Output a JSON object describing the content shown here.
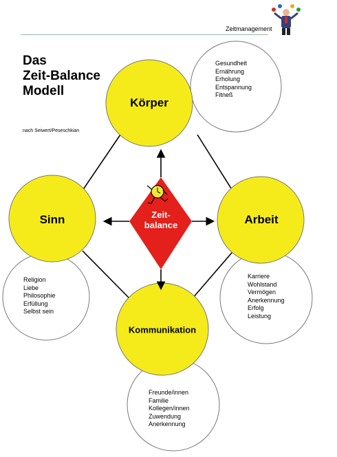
{
  "header": {
    "label": "Zeitmanagement",
    "logo_icon": "juggler-icon"
  },
  "title": {
    "line1": "Das",
    "line2": "Zeit-Balance",
    "line3": "Modell"
  },
  "source_note": "nach Seiwert/Peseschkian",
  "center": {
    "line1": "Zeit-",
    "line2": "balance",
    "icon": "running-clock-icon",
    "color": "#e3201b"
  },
  "nodes": {
    "koerper": "Körper",
    "sinn": "Sinn",
    "arbeit": "Arbeit",
    "kommunikation": "Kommunikation"
  },
  "node_color": "#f5eb1a",
  "lists": {
    "koerper": [
      "Gesundheit",
      "Ernährung",
      "Erholung",
      "Entspannung",
      "Fitneß"
    ],
    "sinn": [
      "Religion",
      "Liebe",
      "Philosophie",
      "Erfüllung",
      "Selbst sein"
    ],
    "arbeit": [
      "Karriere",
      "Wohlstand",
      "Vermögen",
      "Anerkennung",
      "Erfolg",
      "Leistung"
    ],
    "kommunikation": [
      "Freunde/innen",
      "Familie",
      "Kollegen/innen",
      "Zuwendung",
      "Anerkennung"
    ]
  }
}
